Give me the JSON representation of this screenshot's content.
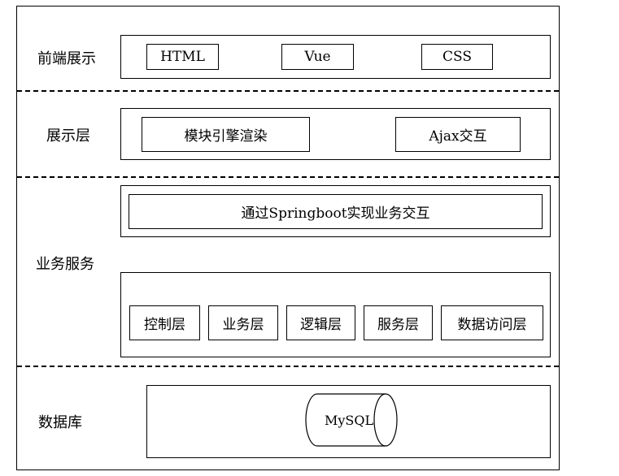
{
  "layers": {
    "frontend": {
      "label": "前端展示",
      "items": [
        "HTML",
        "Vue",
        "CSS"
      ]
    },
    "presentation": {
      "label": "展示层",
      "items": [
        "模块引擎渲染",
        "Ajax交互"
      ]
    },
    "business": {
      "label": "业务服务",
      "banner": "通过Springboot实现业务交互",
      "items": [
        "控制层",
        "业务层",
        "逻辑层",
        "服务层",
        "数据访问层"
      ]
    },
    "database": {
      "label": "数据库",
      "db": "MySQL"
    }
  }
}
